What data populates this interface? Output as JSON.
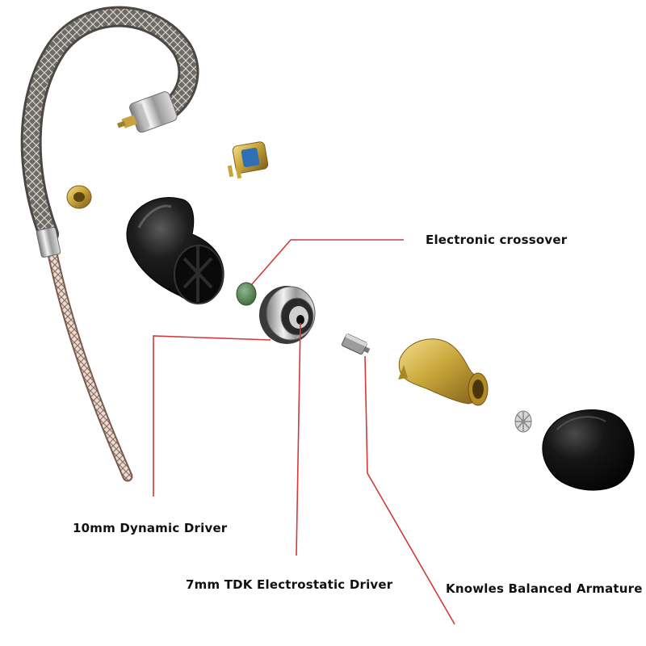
{
  "labels": {
    "crossover": "Electronic crossover",
    "dynamic": "10mm Dynamic Driver",
    "tdk": "7mm TDK Electrostatic Driver",
    "knowles": "Knowles Balanced Armature"
  },
  "colors": {
    "leader": "#d23a3a",
    "brass": "#c9a63a",
    "shell": "#121212",
    "cable": "#6e6a66",
    "crossover_board": "#5e8a5c"
  }
}
